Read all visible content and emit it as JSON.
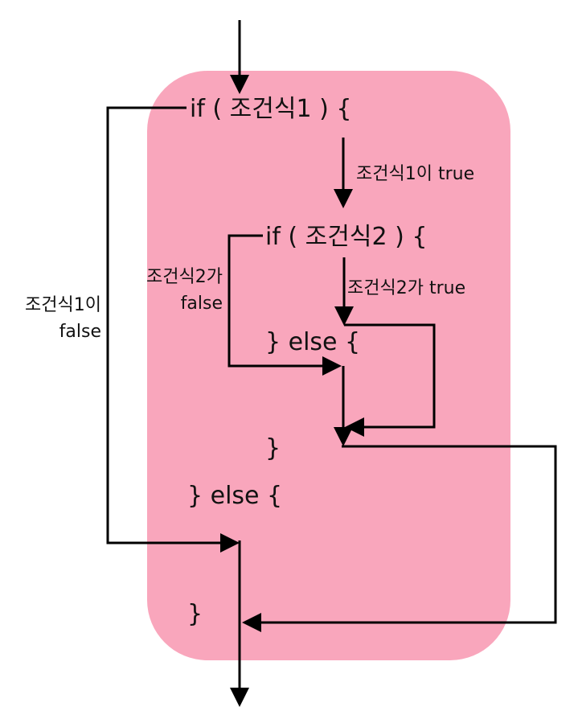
{
  "colors": {
    "block_fill": "#F9A6BC",
    "line": "#000000",
    "text": "#111111"
  },
  "code": {
    "if1": "if ( 조건식1 ) {",
    "if2": "if ( 조건식2 ) {",
    "else2": "} else {",
    "close2": "}",
    "else1": "} else {",
    "close1": "}"
  },
  "labels": {
    "cond1_true": "조건식1이 true",
    "cond2_true": "조건식2가 true",
    "cond2_false_line1": "조건식2가",
    "cond2_false_line2": "false",
    "cond1_false_line1": "조건식1이",
    "cond1_false_line2": "false"
  }
}
